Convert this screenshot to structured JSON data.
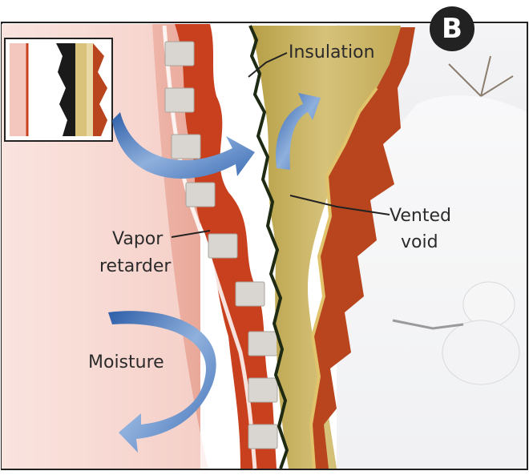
{
  "figure": {
    "panel_letter": "B",
    "labels": {
      "insulation": "Insulation",
      "vented_void": [
        "Vented",
        "void"
      ],
      "vapor_retarder": [
        "Vapor",
        "retarder"
      ],
      "moisture": "Moisture"
    },
    "colors": {
      "interior_pink": "#f4c9c0",
      "framing_red": "#c8401e",
      "insulation_tan": "#c9b262",
      "exterior_snow": "#ecedef",
      "moisture_blue": "#5a86c6",
      "badge_black": "#222222"
    }
  }
}
